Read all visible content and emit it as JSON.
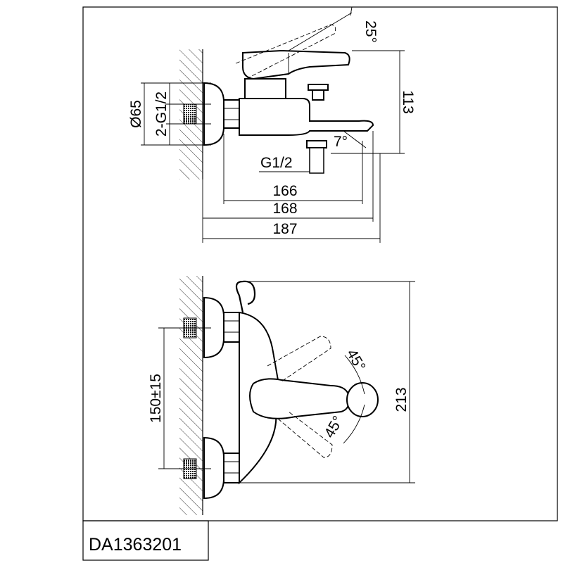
{
  "model_code": "DA1363201",
  "side_view": {
    "angle_lever": "25°",
    "angle_spout": "7°",
    "diameter": "Ø65",
    "inlet_thread": "2-G1/2",
    "outlet_thread": "G1/2",
    "height": "113",
    "length_1": "166",
    "length_2": "168",
    "length_3": "187"
  },
  "front_view": {
    "angle_upper": "45°",
    "angle_lower": "45°",
    "inlet_spacing": "150±15",
    "height": "213"
  }
}
